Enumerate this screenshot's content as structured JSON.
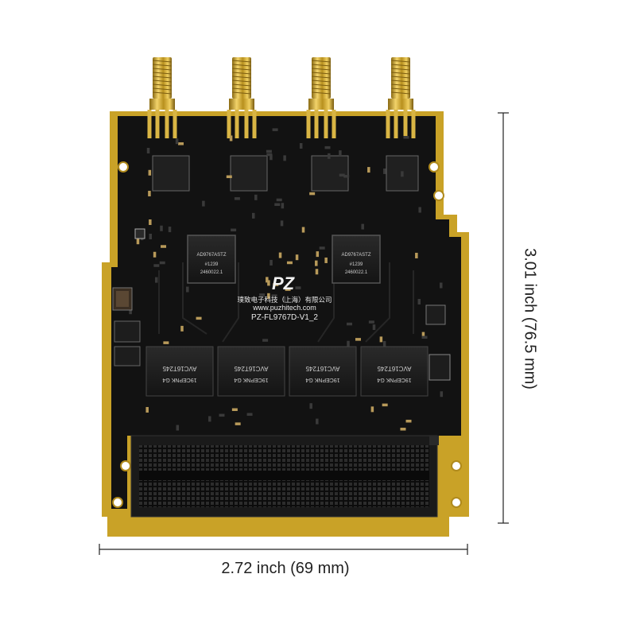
{
  "board": {
    "brand_mark": "PZ",
    "company_cn": "璞致电子科技（上海）有限公司",
    "website": "www.puzhitech.com",
    "model": "PZ-FL9767D-V1_2",
    "dac_chips": [
      {
        "line1": "AD9767ASTZ",
        "line2": "#1239",
        "line3": "2460022.1"
      },
      {
        "line1": "AD9767ASTZ",
        "line2": "#1239",
        "line3": "2460022.1"
      }
    ],
    "buffer_chips": [
      {
        "part": "AVC16T245",
        "code": "19CEPNK G4"
      },
      {
        "part": "AVC16T245",
        "code": "19CEPNK G4"
      },
      {
        "part": "AVC16T245",
        "code": "19CEPNK G4"
      },
      {
        "part": "AVC16T245",
        "code": "19CEPNK G4"
      }
    ],
    "connectors_count": 4
  },
  "dimensions": {
    "width_label": "2.72 inch (69 mm)",
    "height_label": "3.01 inch (76.5 mm)"
  },
  "colors": {
    "pcb": "#121212",
    "gold": "#c9a227",
    "gold_light": "#e6c65a",
    "silkscreen": "#e8e8e8"
  }
}
